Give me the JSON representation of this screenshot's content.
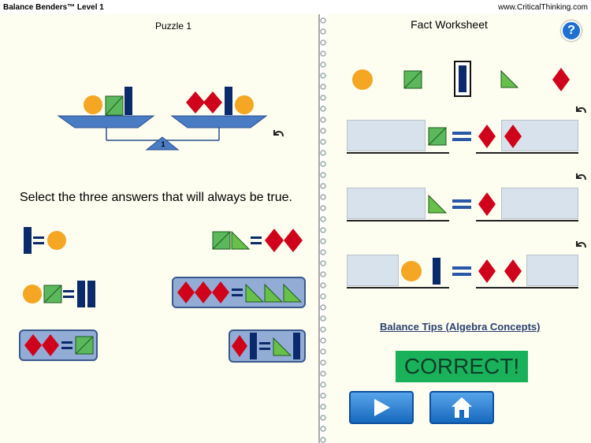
{
  "topbar": {
    "title": "Balance Benders™ Level 1",
    "url": "www.CriticalThinking.com"
  },
  "left": {
    "puzzle_title": "Puzzle 1",
    "fulcrum_label": "1",
    "instruction": "Select the three answers that will always be true."
  },
  "right": {
    "title": "Fact Worksheet",
    "help_icon": "?",
    "tips_link": "Balance Tips (Algebra Concepts)",
    "result": "CORRECT!"
  },
  "colors": {
    "circle": "#f5a623",
    "square": "#5cb85c",
    "triangle": "#68c04a",
    "diamond": "#d0021b",
    "rect": "#0b2a6b",
    "accent": "#1f6fd1"
  }
}
